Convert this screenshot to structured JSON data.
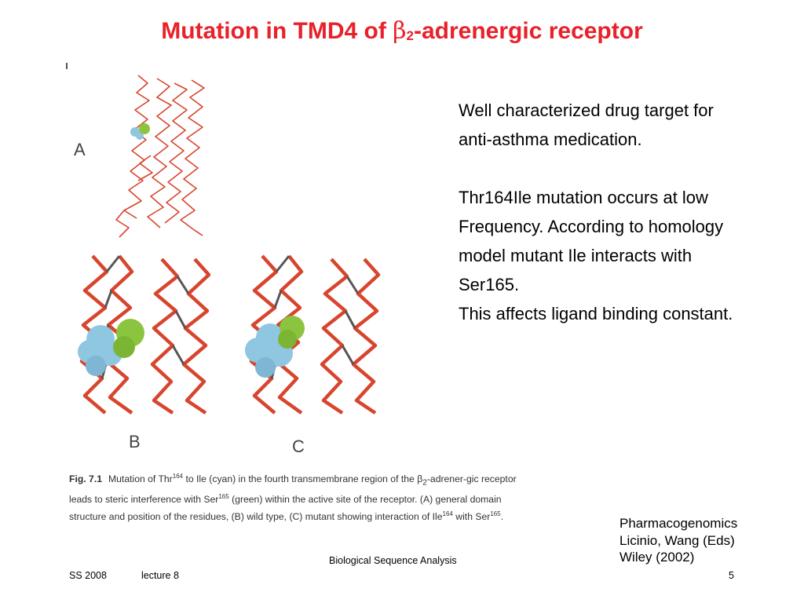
{
  "slide": {
    "title_pre": "Mutation in TMD4 of ",
    "title_beta": "β",
    "title_sub": "2",
    "title_post": "-adrenergic receptor"
  },
  "figure": {
    "labels": {
      "a": "A",
      "b": "B",
      "c": "C"
    },
    "caption": {
      "figno": "Fig. 7.1",
      "t1": "Mutation of Thr",
      "s1": "164",
      "t2": " to Ile (cyan) in the fourth transmembrane region of the ",
      "beta": "β",
      "bsub": "2",
      "t3": "-adrener-gic receptor leads to steric interference with Ser",
      "s2": "165",
      "t4": " (green) within the active site of the receptor. (A) general domain structure and position of the residues, (B) wild type, (C) mutant showing interaction of Ile",
      "s3": "164",
      "t5": " with Ser",
      "s4": "165",
      "t6": "."
    },
    "colors": {
      "backbone": "#d8452e",
      "backbone_dark": "#555555",
      "cyan": "#8fc6e0",
      "green": "#8bc53f"
    }
  },
  "body": {
    "p1_l1": "Well characterized drug target for",
    "p1_l2": "anti-asthma medication.",
    "p2_l1": "Thr164Ile mutation occurs at low",
    "p2_l2": "Frequency. According to homology",
    "p2_l3": "model mutant Ile interacts with",
    "p2_l4": "Ser165.",
    "p2_l5": "This affects ligand binding constant."
  },
  "reference": {
    "l1": "Pharmacogenomics",
    "l2": "Licinio, Wang (Eds)",
    "l3": "Wiley (2002)"
  },
  "footer": {
    "center": "Biological Sequence Analysis",
    "date": "SS 2008",
    "lecture": "lecture 8",
    "page": "5"
  }
}
